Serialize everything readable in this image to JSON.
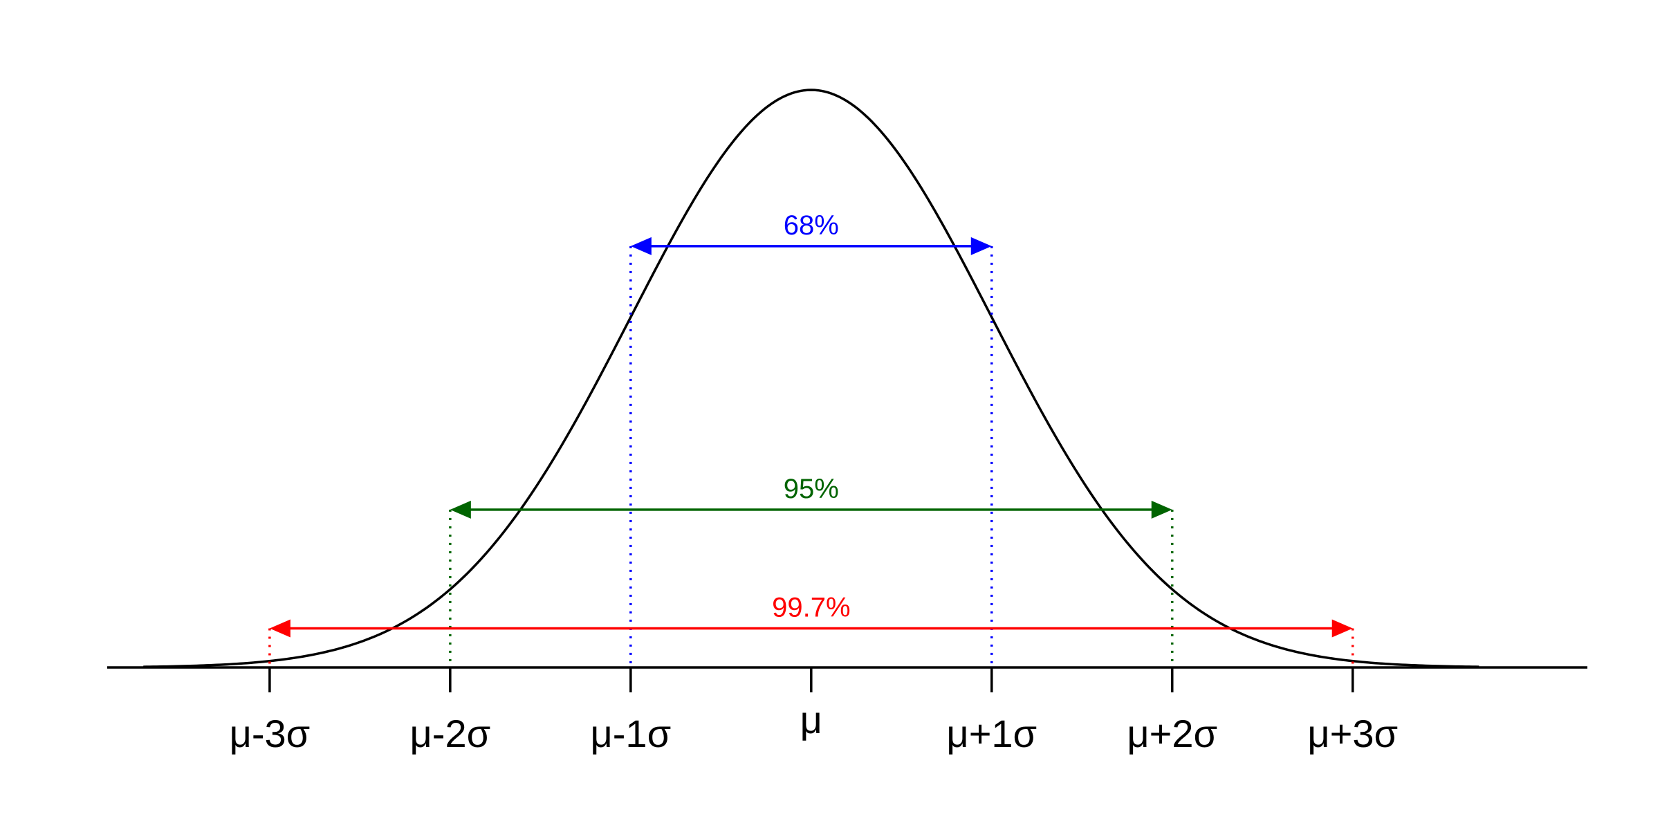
{
  "chart_data": {
    "type": "line",
    "xlabel": "",
    "ylabel": "",
    "xlim": [
      -3.9,
      4.3
    ],
    "ylim": [
      0,
      0.4
    ],
    "grid": false,
    "legend": "none",
    "curve": {
      "name": "",
      "color": "#000000",
      "x_range": [
        -3.7,
        3.7
      ],
      "mean": 0,
      "sd": 1
    },
    "ticks": [
      {
        "x": -3,
        "label": "μ-3σ"
      },
      {
        "x": -2,
        "label": "μ-2σ"
      },
      {
        "x": -1,
        "label": "μ-1σ"
      },
      {
        "x": 0,
        "label": "μ"
      },
      {
        "x": 1,
        "label": "μ+1σ"
      },
      {
        "x": 2,
        "label": "μ+2σ"
      },
      {
        "x": 3,
        "label": "μ+3σ"
      }
    ],
    "ranges": [
      {
        "label": "68%",
        "from": -1,
        "to": 1,
        "y": 0.291,
        "color": "#0000FF"
      },
      {
        "label": "95%",
        "from": -2,
        "to": 2,
        "y": 0.109,
        "color": "#006400"
      },
      {
        "label": "99.7%",
        "from": -3,
        "to": 3,
        "y": 0.027,
        "color": "#FF0000"
      }
    ]
  }
}
